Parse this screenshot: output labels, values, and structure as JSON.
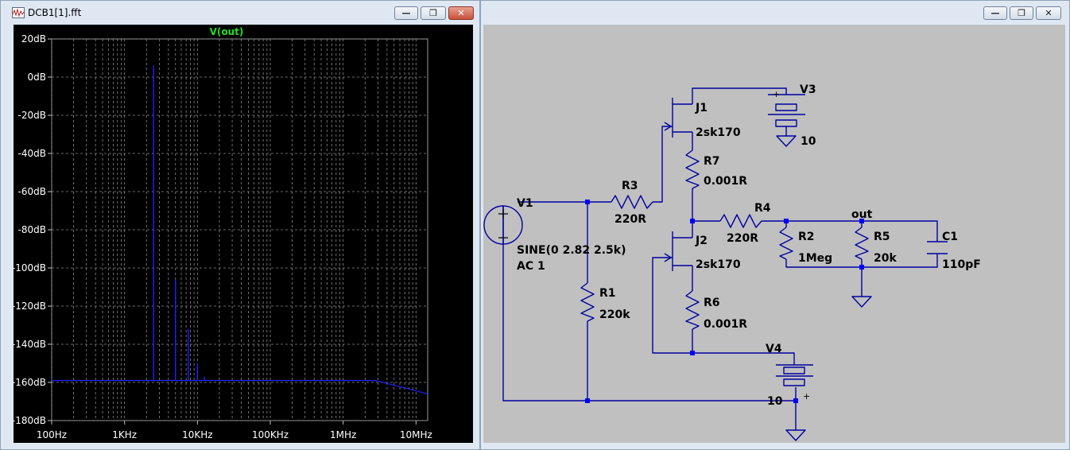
{
  "fft_window": {
    "title": "DCB1[1].fft",
    "trace_label": "V(out)"
  },
  "schematic_window": {
    "title": ""
  },
  "chart_data": {
    "type": "line",
    "title": "V(out)",
    "x_scale": "log",
    "xlim": [
      100,
      20000000
    ],
    "ylim": [
      -180,
      20
    ],
    "x_ticks": [
      "100Hz",
      "1KHz",
      "10KHz",
      "100KHz",
      "1MHz",
      "10MHz"
    ],
    "y_ticks": [
      "20dB",
      "0dB",
      "-20dB",
      "-40dB",
      "-60dB",
      "-80dB",
      "-100dB",
      "-120dB",
      "-140dB",
      "-160dB",
      "-180dB"
    ],
    "grid": true,
    "series": [
      {
        "name": "V(out)",
        "color": "#2020ff",
        "noise_floor_db": -159,
        "noise_floor_end_hz": 2800000,
        "rolloff_end_db": -166,
        "spikes": [
          {
            "freq": 2500,
            "db": 6
          },
          {
            "freq": 5000,
            "db": -106
          },
          {
            "freq": 7500,
            "db": -132
          },
          {
            "freq": 10000,
            "db": -150
          },
          {
            "freq": 12500,
            "db": -157
          }
        ]
      }
    ]
  },
  "schematic": {
    "components": {
      "V1": {
        "name": "V1",
        "value": "SINE(0 2.82 2.5k)",
        "extra": "AC 1"
      },
      "V3": {
        "name": "V3",
        "value": "10"
      },
      "V4": {
        "name": "V4",
        "value": "10"
      },
      "J1": {
        "name": "J1",
        "value": "2sk170"
      },
      "J2": {
        "name": "J2",
        "value": "2sk170"
      },
      "R1": {
        "name": "R1",
        "value": "220k"
      },
      "R2": {
        "name": "R2",
        "value": "1Meg"
      },
      "R3": {
        "name": "R3",
        "value": "220R"
      },
      "R4": {
        "name": "R4",
        "value": "220R"
      },
      "R5": {
        "name": "R5",
        "value": "20k"
      },
      "R6": {
        "name": "R6",
        "value": "0.001R"
      },
      "R7": {
        "name": "R7",
        "value": "0.001R"
      },
      "C1": {
        "name": "C1",
        "value": "110pF"
      }
    },
    "net_label": "out",
    "plus_sign": "+",
    "wire_color": "#0000a0"
  }
}
